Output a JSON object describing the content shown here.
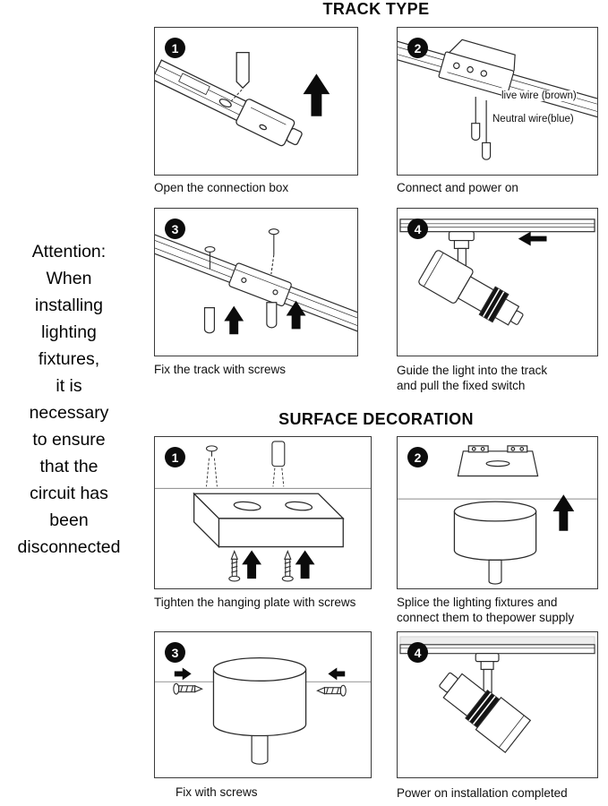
{
  "sections": [
    {
      "title": "TRACK TYPE",
      "panels": [
        {
          "number": "1",
          "caption": "Open the connection box"
        },
        {
          "number": "2",
          "caption": "Connect and power on",
          "labels": {
            "live": "live wire (brown)",
            "neutral": "Neutral wire(blue)"
          }
        },
        {
          "number": "3",
          "caption": "Fix the track with screws"
        },
        {
          "number": "4",
          "caption": "Guide the light into the track\nand pull the fixed switch"
        }
      ]
    },
    {
      "title": "SURFACE DECORATION",
      "panels": [
        {
          "number": "1",
          "caption": "Tighten the hanging plate with screws"
        },
        {
          "number": "2",
          "caption": "Splice the lighting fixtures and\nconnect them to thepower supply"
        },
        {
          "number": "3",
          "caption": "Fix with screws"
        },
        {
          "number": "4",
          "caption": "Power on installation completed"
        }
      ]
    }
  ],
  "attention": "Attention:\nWhen\ninstalling\nlighting\nfixtures,\nit is\nnecessary\nto ensure\nthat the\ncircuit has\nbeen\ndisconnected"
}
